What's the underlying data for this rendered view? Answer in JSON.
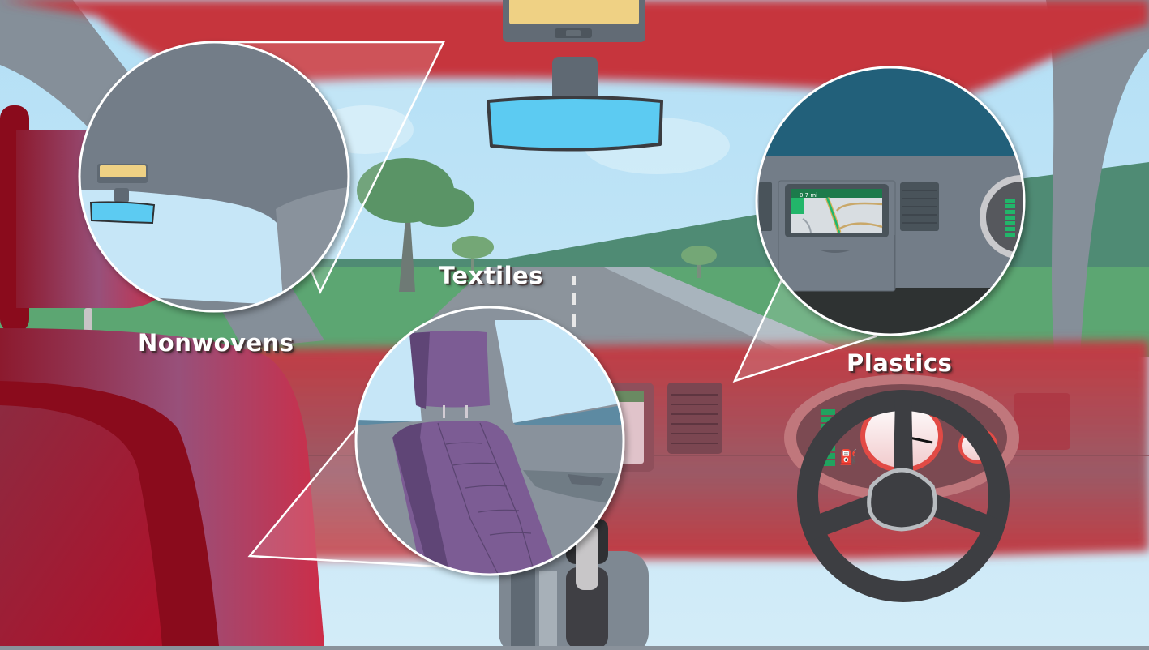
{
  "illustration": {
    "subject": "Car interior viewed from driver seat",
    "labels": {
      "nonwovens": "Nonwovens",
      "textiles": "Textiles",
      "plastics": "Plastics"
    },
    "callouts": [
      {
        "id": "nonwovens",
        "label": "Nonwovens",
        "depicts": "headliner / roof interior with rear-view mirror"
      },
      {
        "id": "textiles",
        "label": "Textiles",
        "depicts": "purple seat upholstery"
      },
      {
        "id": "plastics",
        "label": "Plastics",
        "depicts": "dashboard with navigation screen and vents"
      }
    ],
    "nav_screen": {
      "distance_text": "0.7 mi"
    },
    "colors": {
      "roof_red": "#c8333a",
      "seat_red": "#a8122a",
      "sky": "#c6e6f7",
      "grass": "#5b9e6e",
      "road": "#8a929b",
      "mirror_glass": "#5ccbf2",
      "sun_visor_light": "#efd184",
      "interior_gray": "#737d88",
      "seat_purple": "#7b5b94",
      "dash_teal": "#22607a",
      "gauge_red": "#e24a45",
      "fuel_green": "#21a35f",
      "wheel_dark": "#3d3e42",
      "callout_border": "#ffffff"
    }
  }
}
